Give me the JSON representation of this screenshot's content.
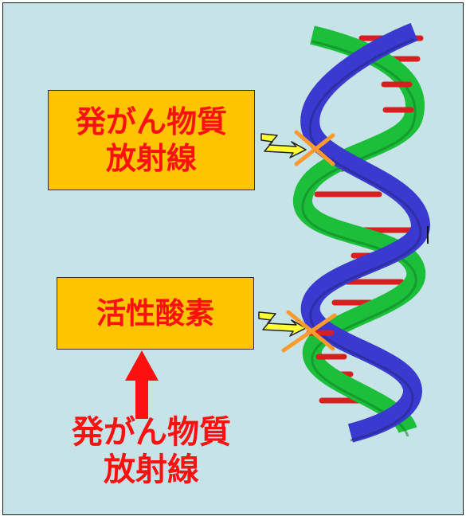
{
  "diagram": {
    "upper_box": {
      "lines": [
        "発がん物質",
        "放射線"
      ]
    },
    "lower_box": {
      "label": "活性酸素"
    },
    "cause_label": {
      "lines": [
        "発がん物質",
        "放射線"
      ]
    }
  },
  "icons": {
    "dna": "dna-double-helix-icon",
    "damage": "lightning-zigzag-icon",
    "break": "x-cross-mark-icon",
    "arrow": "red-up-arrow-icon"
  },
  "colors": {
    "background": "#c6e3e7",
    "box_fill": "#ffc400",
    "text_red": "#ff1010",
    "strand_blue": "#3a3ad0",
    "strand_green": "#1bbf3a",
    "base_pair_red": "#d81e1e",
    "cross_orange": "#ff9a2e"
  }
}
